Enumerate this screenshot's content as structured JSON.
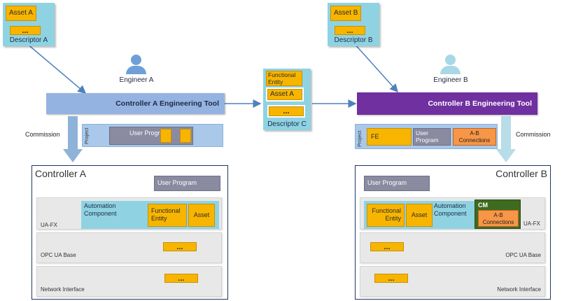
{
  "colors": {
    "descriptor": "#8fd3e3",
    "asset": "#f7b500",
    "tool_a": "#95b3e0",
    "tool_b": "#7030a0",
    "person_a": "#6f9fd8",
    "person_b": "#a8d8e8",
    "user_program": "#8a8aa0",
    "ab_connections": "#f79646",
    "cm": "#3e6b1f",
    "layer": "#e8e8e8",
    "controller_border": "#1f3864",
    "commission_arrow": "#8fb2d9",
    "commission_arrow_b": "#b7dde8"
  },
  "descriptor_a": {
    "asset": "Asset A",
    "dots": "...",
    "label": "Descriptor A"
  },
  "descriptor_b": {
    "asset": "Asset B",
    "dots": "...",
    "label": "Descriptor B"
  },
  "descriptor_c": {
    "functional_entity": "Functional Entity",
    "asset": "Asset A",
    "dots": "...",
    "label": "Descriptor C"
  },
  "engineer_a": {
    "label": "Engineer A",
    "icon": "person-icon"
  },
  "engineer_b": {
    "label": "Engineer B",
    "icon": "person-icon"
  },
  "tool_a": {
    "label": "Controller A Engineering Tool"
  },
  "tool_b": {
    "label": "Controller B Engineering Tool"
  },
  "project_a": {
    "label": "Project",
    "user_program": "User Program"
  },
  "project_b": {
    "label": "Project",
    "fe": "FE",
    "user_program": "User Program",
    "ab_connections": "A-B Connections"
  },
  "commission_a": "Commission",
  "commission_b": "Commission",
  "controller_a": {
    "title": "Controller A",
    "user_program": "User Program",
    "automation_component": "Automation Component",
    "functional_entity": "Functional Entity",
    "asset": "Asset",
    "layers": [
      "UA-FX",
      "OPC UA Base",
      "Network Interface"
    ],
    "dots": "..."
  },
  "controller_b": {
    "title": "Controller B",
    "user_program": "User Program",
    "functional_entity": "Functional Entity",
    "asset": "Asset",
    "automation_component": "Automation Component",
    "cm": "CM",
    "ab_connections": "A-B Connections",
    "layers": [
      "UA-FX",
      "OPC UA Base",
      "Network Interface"
    ],
    "dots": "..."
  }
}
